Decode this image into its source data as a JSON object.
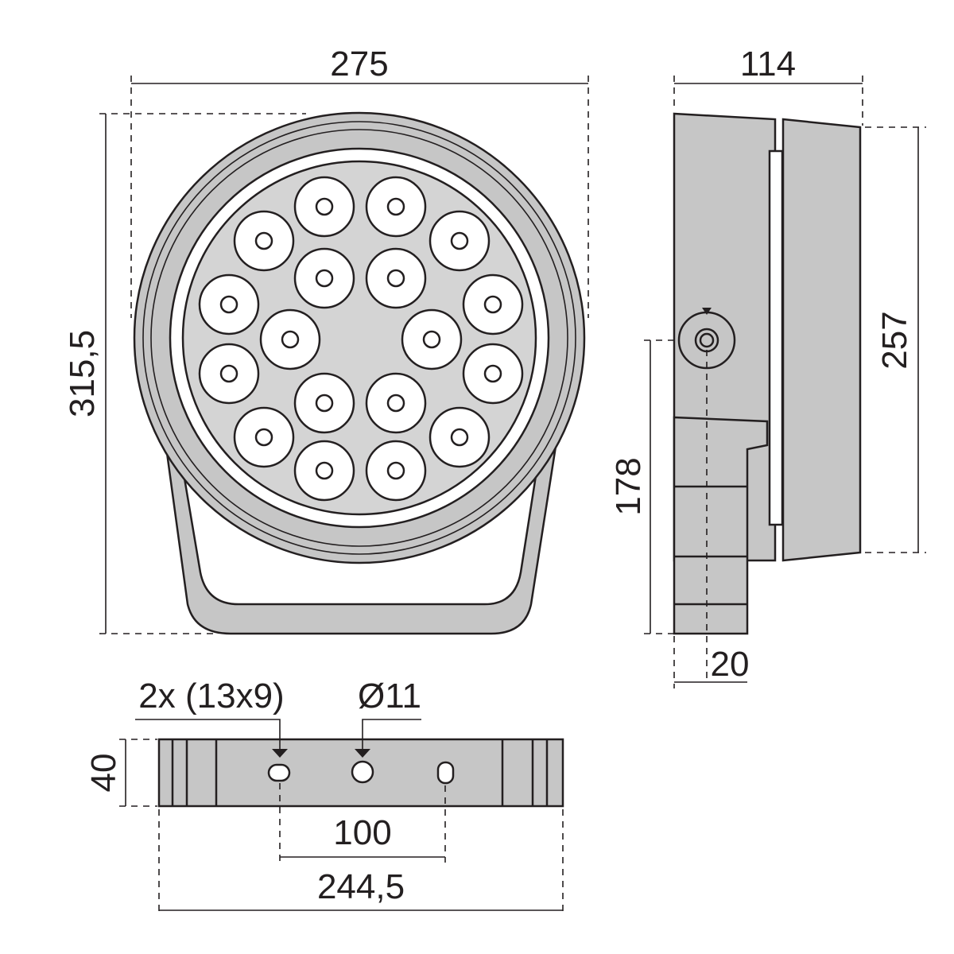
{
  "colors": {
    "housing": "#c6c6c6",
    "line": "#231f20",
    "background": "#ffffff"
  },
  "front_view": {
    "width_label": "275",
    "height_label": "315,5",
    "led_count": 18
  },
  "side_view": {
    "depth_label": "114",
    "height_label": "257",
    "bracket_height_label": "178",
    "offset_label": "20"
  },
  "bracket_view": {
    "slot_label": "2x (13x9)",
    "hole_label": "Ø11",
    "height_label": "40",
    "hole_spacing_label": "100",
    "length_label": "244,5"
  }
}
